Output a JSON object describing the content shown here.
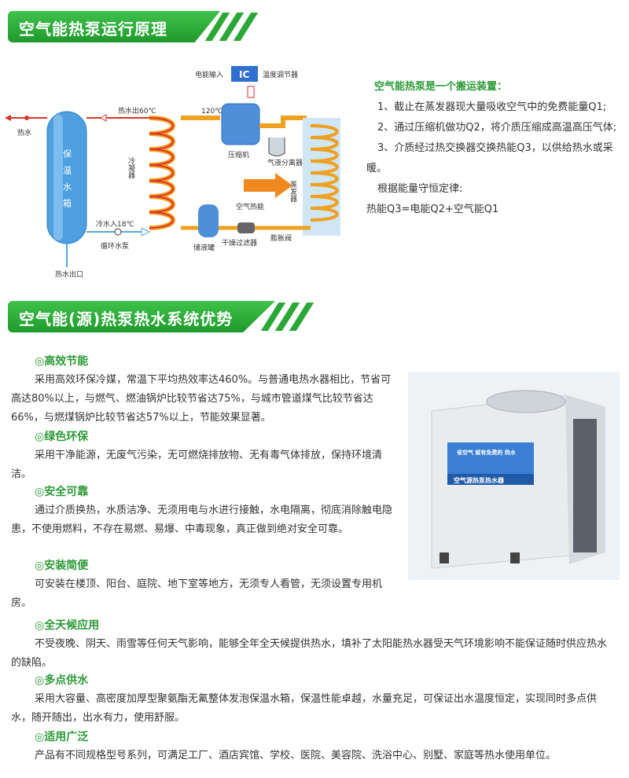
{
  "section1": {
    "title": "空气能热泵运行原理"
  },
  "diagram": {
    "labels": {
      "power_in": "电能输入",
      "ic": "IC",
      "temp_reg": "温度调节器",
      "hot_out_60": "热水出60℃",
      "hot_water": "热水",
      "t120": "120℃",
      "compressor": "压缩机",
      "gas_liquid": "气液分离器",
      "condenser": "冷凝器",
      "evaporator": "蒸发器",
      "air_heat": "空气热能",
      "tank_text": "保温水箱",
      "cold_in_18": "冷水入18℃",
      "pump": "循环水泵",
      "receiver": "储液罐",
      "dryer": "干燥过滤器",
      "expansion": "膨胀阀",
      "outlet": "热水出口"
    }
  },
  "principle": {
    "lead": "空气能热泵是一个搬运装置：",
    "lines": [
      "1、截止在蒸发器现大量吸收空气中的免费能量Q1;",
      "2、通过压缩机做功Q2，将介质压缩成高温高压气体;",
      "3、介质经过热交换器交换热能Q3，以供给热水或采暖。",
      "根据能量守恒定律:",
      "热能Q3=电能Q2+空气能Q1"
    ]
  },
  "section2": {
    "title": "空气能(源)热泵热水系统优势"
  },
  "product": {
    "badge_text": "省空气 就有免费的 热水",
    "label": "空气源热泵热水器"
  },
  "advantages": [
    {
      "title": "◎高效节能",
      "text": "采用高效环保冷媒，常温下平均热效率达460%。与普通电热水器相比，节省可高达80%以上，与燃气、燃油锅炉比较节省达75%，与城市管道煤气比较节省达66%，与燃煤锅炉比较节省达57%以上，节能效果显著。"
    },
    {
      "title": "◎绿色环保",
      "text": "采用干净能源，无废气污染，无可燃烧排放物、无有毒气体排放，保持环境清洁。"
    },
    {
      "title": "◎安全可靠",
      "text": "通过介质换热，水质洁净、无须用电与水进行接触，水电隔离，彻底消除触电隐患，不使用燃料，不存在易燃、易爆、中毒现象，真正做到绝对安全可靠。"
    },
    {
      "title": "◎安装简便",
      "text": "可安装在楼顶、阳台、庭院、地下室等地方，无须专人看管，无须设置专用机房。"
    },
    {
      "title": "◎全天候应用",
      "text": "不受夜晚、阴天、雨雪等任何天气影响，能够全年全天候提供热水，填补了太阳能热水器受天气环境影响不能保证随时供应热水的缺陷。"
    },
    {
      "title": "◎多点供水",
      "text": "采用大容量、高密度加厚型聚氨酯无氟整体发泡保温水箱，保温性能卓越，水量充足，可保证出水温度恒定，实现同时多点供水，随开随出，出水有力，使用舒服。"
    },
    {
      "title": "◎适用广泛",
      "text": "产品有不同规格型号系列，可满足工厂、酒店宾馆、学校、医院、美容院、洗浴中心、别墅、家庭等热水使用单位。"
    }
  ],
  "colors": {
    "green": "#2a9a35",
    "pipe_hot": "#f0a020",
    "pipe_red": "#d9342b",
    "tank_blue": "#5aa7e0"
  }
}
